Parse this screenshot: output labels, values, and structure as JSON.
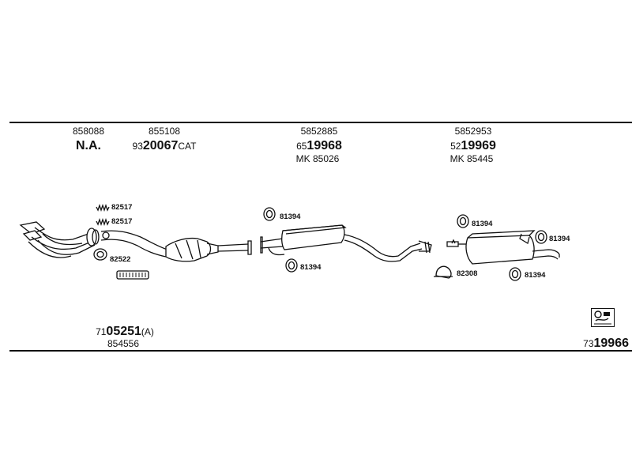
{
  "top_labels": {
    "p858088": "858088",
    "na": "N.A.",
    "p855108": "855108",
    "cat_code": {
      "prefix": "93",
      "main": "20067",
      "suffix": "CAT"
    },
    "p5852885": "5852885",
    "code_651": {
      "prefix": "65",
      "main": "19968",
      "suffix": ""
    },
    "mk1": "MK 85026",
    "p5852953": "5852953",
    "code_521": {
      "prefix": "52",
      "main": "19969",
      "suffix": ""
    },
    "mk2": "MK 85445"
  },
  "part_labels": {
    "clip1": "82517",
    "clip2": "82517",
    "gasket": "82522",
    "hanger_mid_top": "81394",
    "hanger_mid_bottom": "81394",
    "hanger_rear_top": "81394",
    "clamp_rear": "82308",
    "hanger_rear_right": "81394",
    "hanger_rear_bottom": "81394"
  },
  "bottom_labels": {
    "kit_code": {
      "prefix": "71",
      "main": "05251",
      "suffix": "(A)"
    },
    "p854556": "854556",
    "set_code": {
      "prefix": "73",
      "main": "19966",
      "suffix": ""
    }
  },
  "icons": {
    "kit_icon": "parts-kit-icon"
  }
}
